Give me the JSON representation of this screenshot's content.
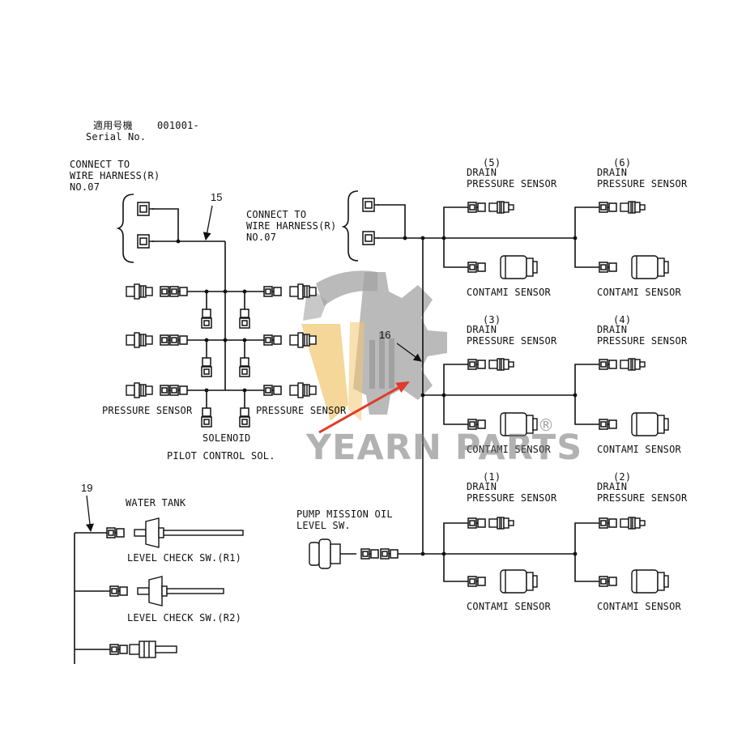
{
  "header": {
    "serial_jp": "適用号機",
    "serial_code": "001001-",
    "serial_en": "Serial No."
  },
  "left_connect": {
    "line1": "CONNECT TO",
    "line2": "WIRE HARNESS(R)",
    "line3": "NO.07"
  },
  "mid_connect": {
    "line1": "CONNECT TO",
    "line2": "WIRE HARNESS(R)",
    "line3": "NO.07"
  },
  "callouts": {
    "c15": "15",
    "c16": "16",
    "c19": "19"
  },
  "left_block": {
    "pressure_sensor_left": "PRESSURE SENSOR",
    "pressure_sensor_right": "PRESSURE SENSOR",
    "solenoid": "SOLENOID",
    "pilot_control": "PILOT CONTROL SOL."
  },
  "right_groups": [
    {
      "num": "(5)",
      "drain": "DRAIN",
      "pressure": "PRESSURE SENSOR",
      "contami": "CONTAMI SENSOR"
    },
    {
      "num": "(6)",
      "drain": "DRAIN",
      "pressure": "PRESSURE SENSOR",
      "contami": "CONTAMI SENSOR"
    },
    {
      "num": "(3)",
      "drain": "DRAIN",
      "pressure": "PRESSURE SENSOR",
      "contami": "CONTAMI SENSOR"
    },
    {
      "num": "(4)",
      "drain": "DRAIN",
      "pressure": "PRESSURE SENSOR",
      "contami": "CONTAMI SENSOR"
    },
    {
      "num": "(1)",
      "drain": "DRAIN",
      "pressure": "PRESSURE SENSOR",
      "contami": "CONTAMI SENSOR"
    },
    {
      "num": "(2)",
      "drain": "DRAIN",
      "pressure": "PRESSURE SENSOR",
      "contami": "CONTAMI SENSOR"
    }
  ],
  "pump_mission": {
    "line1": "PUMP MISSION OIL",
    "line2": "LEVEL SW."
  },
  "water_tank": {
    "title": "WATER TANK",
    "r1": "LEVEL CHECK SW.(R1)",
    "r2": "LEVEL CHECK SW.(R2)"
  },
  "watermark": {
    "text": "YEARN PARTS",
    "registered": "®",
    "gear_color": "#9a9a9a",
    "accent_color": "#f0c060",
    "arrow_color": "#e03a2a"
  }
}
